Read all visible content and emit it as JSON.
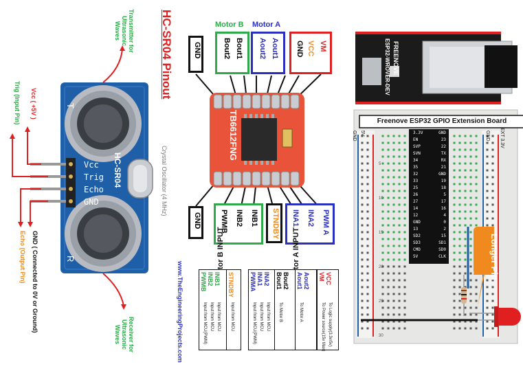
{
  "hcsr04": {
    "title": "HC-SR04 Pinout",
    "module_label": "HC-SR04",
    "pins": [
      "Vcc",
      "Trig",
      "Echo",
      "GND"
    ],
    "transmitter": "Transmitter for Ultrasonic Waves",
    "receiver": "Receiver for Ultrasonic Waves",
    "vcc_note": "Vcc ( +5V )",
    "trig_note": "Trig (Input Pin)",
    "echo_note": "Echo (Output Pin)",
    "gnd_note": "GND ( Connected to 0V or Ground)",
    "crystal_note": "Crystal Oscillator (4 MHz)",
    "t_label": "T",
    "r_label": "R",
    "colors": {
      "red": "#e02020",
      "green": "#2eaa4a",
      "orange": "#f08a1e",
      "board": "#1f5fa8"
    }
  },
  "tb6612": {
    "chip_label": "TB6612FNG",
    "top_labels": {
      "gnd": "GND",
      "motor_b": "Motor B",
      "motor_a": "Motor A",
      "bout2": "Bout2",
      "bout1": "Bout1",
      "aout2": "Aout2",
      "aout1": "Aout1",
      "gnd2": "GND",
      "vcc": "VCC",
      "vm": "VM"
    },
    "bottom_labels": {
      "gnd": "GND",
      "pwmb": "PWMB",
      "inb2": "INB2",
      "inb1": "INB1",
      "stndby": "STNDBY",
      "ina1": "INA1",
      "ina2": "INA2",
      "pwma": "PWM A"
    },
    "motor_b_input": "Motor B INPUT",
    "motor_a_input": "Motor A INPUT",
    "website": "www.TheEngineeringProjects.com",
    "legend": [
      {
        "pins": [
          "PWMB",
          "INB2",
          "INB1"
        ],
        "descs": [
          "Input from MCU(PWM)",
          "Input from MCU",
          "Input from MCU"
        ],
        "color": "#2eaa4a"
      },
      {
        "pins": [
          "STNDBY"
        ],
        "descs": [
          "Input from MCU"
        ],
        "color": "#f08a1e"
      },
      {
        "pins": [
          "PWMA",
          "INA1",
          "INA2"
        ],
        "descs": [
          "Input from MCU(PWM)",
          "Input from MCU",
          "Input from MCU"
        ],
        "color": "#2b2fbf"
      },
      {
        "pins": [
          "Bout1",
          "Bout2"
        ],
        "descs": [
          "To Motor B"
        ],
        "color": "#000000"
      },
      {
        "pins": [
          "Aout1",
          "Aout2"
        ],
        "descs": [
          "To Motor A"
        ],
        "color": "#2b2fbf"
      },
      {
        "pins": [
          "VM",
          "VCC"
        ],
        "descs": [
          "To Power source(15v Max)",
          "To Logic supply(3.3v/5v)"
        ],
        "color": "#e02020"
      }
    ],
    "colors": {
      "board": "#e8533a",
      "blue": "#2b2fbf",
      "green": "#2eaa4a",
      "red": "#e02020",
      "orange": "#f08a1e"
    }
  },
  "esp32": {
    "board_title": "Freenove ESP32 GPIO Extension Board",
    "module_text": "ESP32-WROVER-DEV",
    "brand": "FREENOVE",
    "left_pins": [
      "3.3V",
      "EN",
      "SVP",
      "SVN",
      "34",
      "35",
      "32",
      "33",
      "25",
      "26",
      "27",
      "14",
      "12",
      "GND",
      "13",
      "SD2",
      "SD3",
      "CMD",
      "5V"
    ],
    "right_pins": [
      "GND",
      "23",
      "22",
      "TX",
      "RX",
      "21",
      "GND",
      "19",
      "18",
      "5",
      "17",
      "16",
      "4",
      "0",
      "2",
      "15",
      "SD1",
      "SD0",
      "CLK"
    ],
    "rail_left": "5V",
    "rail_gnd": "GND",
    "rail_right_gnd": "GND",
    "rail_right": "EXT 3.3V",
    "callout": "Longer Pin",
    "row_numbers": [
      "5",
      "10",
      "15",
      "20",
      "25",
      "30"
    ],
    "colors": {
      "red_rail": "#e02020",
      "blue_rail": "#1f5fa8",
      "callout": "#f08a1e",
      "led": "#e02020"
    }
  }
}
